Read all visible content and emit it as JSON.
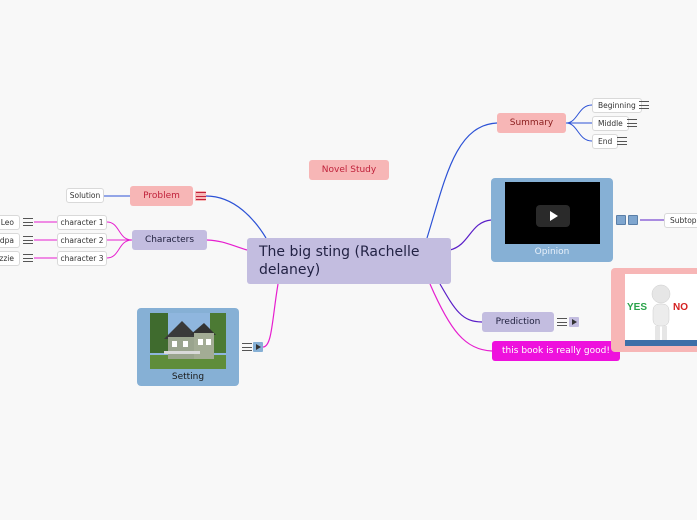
{
  "root": {
    "title": "The big sting (Rachelle delaney)"
  },
  "floating": {
    "novel_study": "Novel Study"
  },
  "summary": {
    "label": "Summary",
    "children": [
      "Beginning",
      "Middle",
      "End"
    ]
  },
  "opinion": {
    "label": "Opinion",
    "subtopic": "Subtopic"
  },
  "prediction": {
    "label": "Prediction",
    "callout": "this book is really good!"
  },
  "problem": {
    "label": "Problem",
    "solution": "Solution"
  },
  "characters": {
    "label": "Characters",
    "items": [
      {
        "label": "character 1",
        "name": "Leo"
      },
      {
        "label": "character 2",
        "name": "dpa"
      },
      {
        "label": "character 3",
        "name": "izzie"
      }
    ]
  },
  "setting": {
    "label": "Setting"
  },
  "image_text": {
    "yes": "YES",
    "no": "NO"
  },
  "colors": {
    "pink_node": "#f7b6b6",
    "lavender_node": "#c3bde0",
    "card": "#86b0d5",
    "magenta": "#ee11dd",
    "blue_link": "#2c52d6",
    "magenta_link": "#e61ecf",
    "purple_link": "#5a1ec8"
  }
}
